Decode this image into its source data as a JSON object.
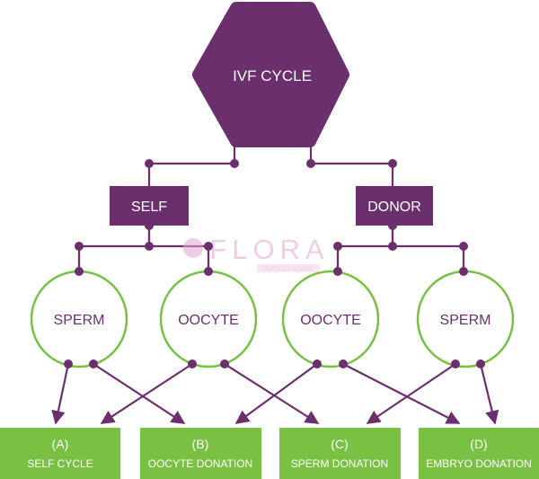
{
  "colors": {
    "purple": "#6b2f6e",
    "green": "#7ac143",
    "white": "#ffffff",
    "watermark_pink": "#e2a6d0"
  },
  "root": {
    "label": "IVF CYCLE"
  },
  "sources": [
    {
      "label": "SELF"
    },
    {
      "label": "DONOR"
    }
  ],
  "gametes": [
    {
      "label": "SPERM"
    },
    {
      "label": "OOCYTE"
    },
    {
      "label": "OOCYTE"
    },
    {
      "label": "SPERM"
    }
  ],
  "outcomes": [
    {
      "code": "(A)",
      "label": "SELF CYCLE"
    },
    {
      "code": "(B)",
      "label": "OOCYTE DONATION"
    },
    {
      "code": "(C)",
      "label": "SPERM DONATION"
    },
    {
      "code": "(D)",
      "label": "EMBRYO DONATION"
    }
  ],
  "watermark": {
    "brand": "FLORA",
    "tagline": "FERTILITY CENTRE"
  }
}
